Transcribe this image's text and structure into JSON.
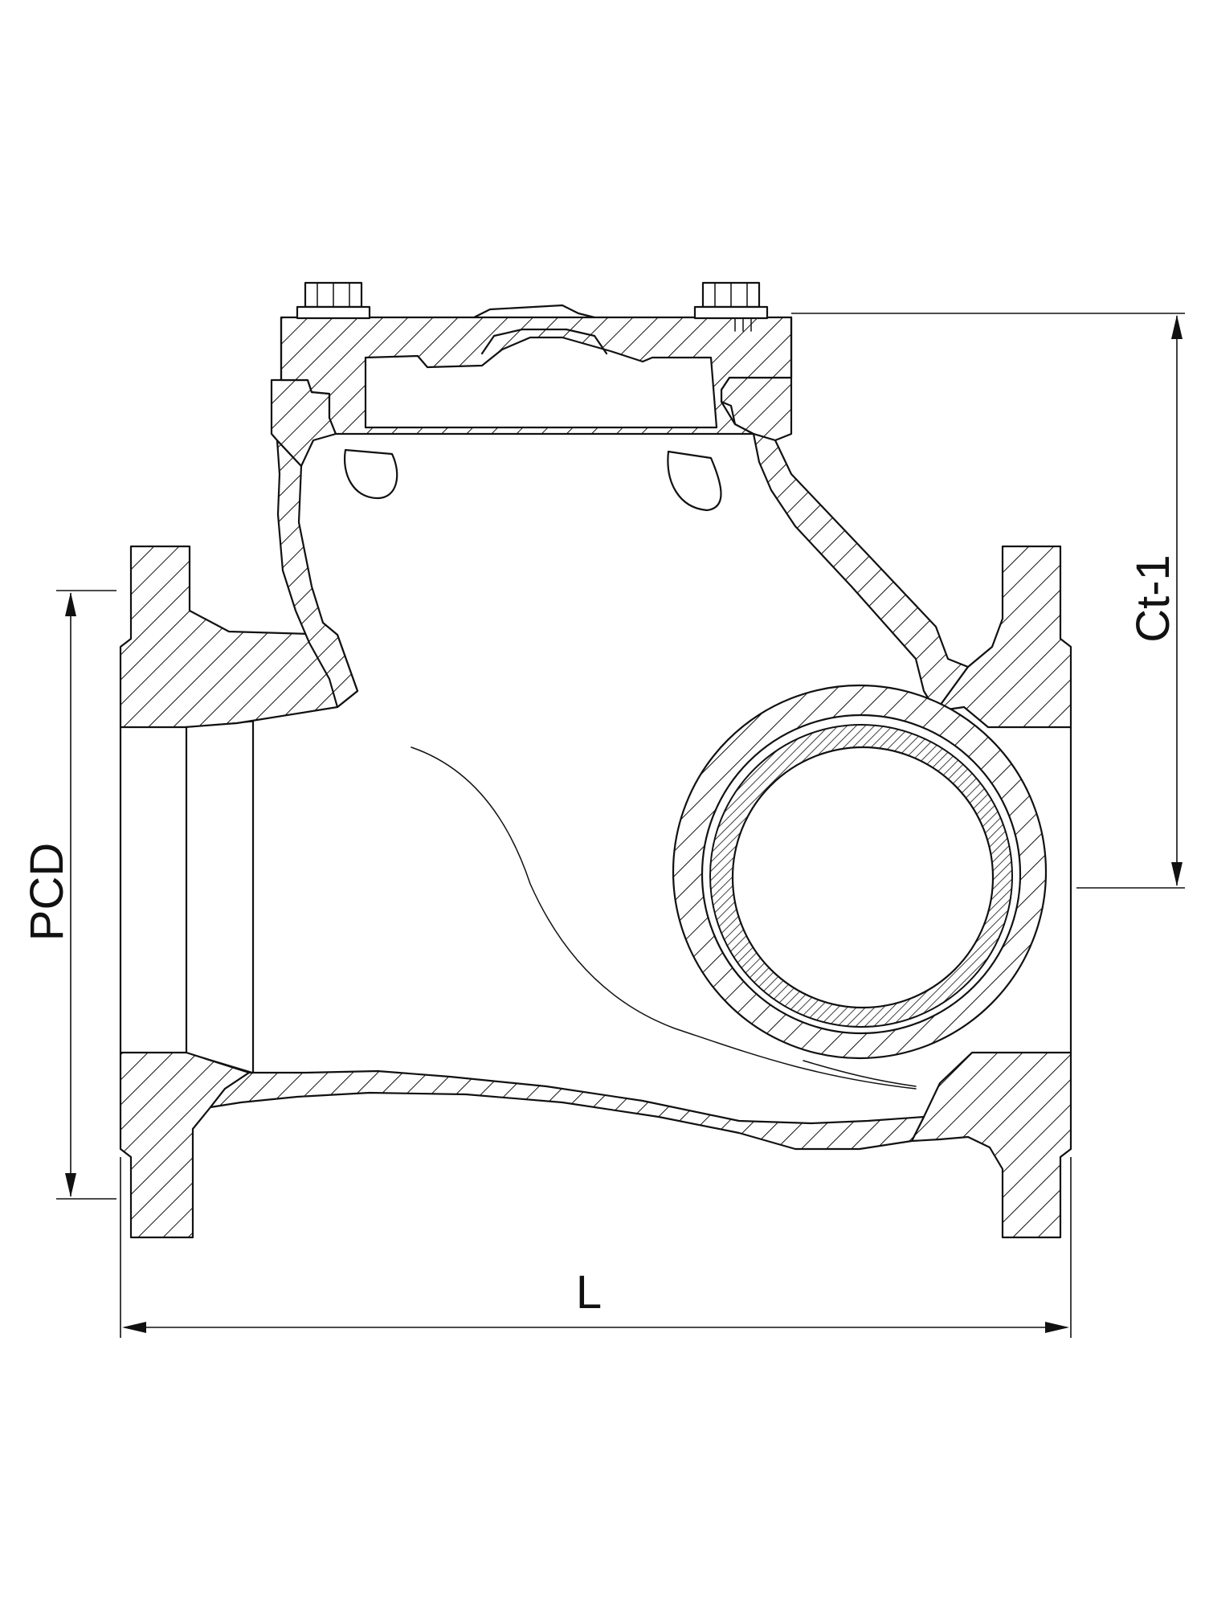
{
  "diagram": {
    "dimensions": {
      "length_label": "L",
      "pcd_label": "PCD",
      "centre_height_label": "Ct-1"
    }
  }
}
